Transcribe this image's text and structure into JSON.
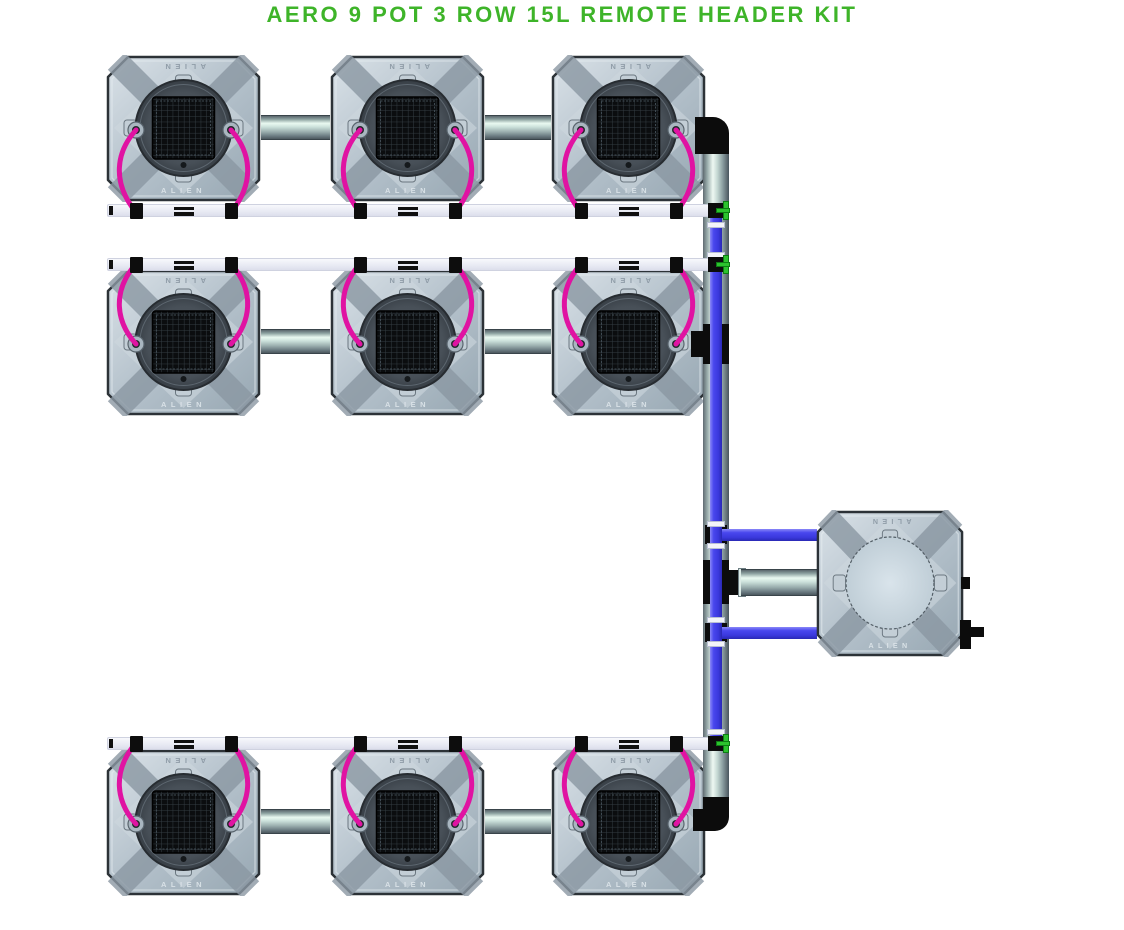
{
  "title": {
    "text": "AERO 9 POT 3 ROW 15L REMOTE HEADER KIT",
    "color": "#3eb429"
  },
  "diagram": {
    "product_name": "AERO 9 POT 3 ROW 15L REMOTE HEADER KIT",
    "brand_label": "ALIEN",
    "rows": 3,
    "pots_per_row": 3,
    "total_pots": 9,
    "header_tank": {
      "label": "ALIEN",
      "position": "right-middle"
    },
    "parts": [
      "grow-pot",
      "header-tank",
      "feed-pipe",
      "return-pipe",
      "manifold-pipe",
      "aero-tube",
      "elbow-fitting",
      "tee-fitting",
      "pipe-coupling",
      "green-connector"
    ],
    "colors": {
      "title_green": "#3eb429",
      "pot_body": "#b7c3cd",
      "pot_mesh": "#0b0d0f",
      "tube_pink": "#e013a2",
      "feed_pipe_silver": "#cfe2dc",
      "return_pipe_white": "#eceef6",
      "manifold_blue": "#4543ea",
      "connector_green": "#2cc32e",
      "fitting_black": "#0c0c0c"
    }
  }
}
